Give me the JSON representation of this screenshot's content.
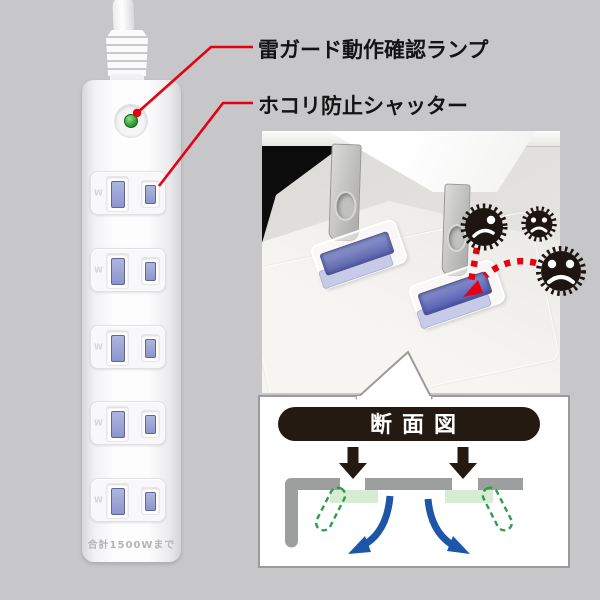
{
  "colors": {
    "background": "#c7c7c9",
    "annotation_red": "#e60012",
    "lamp_green": "#2f9e35",
    "shutter_blue": "#5a62ad",
    "dust_black": "#1e1512",
    "diagram_pill_black": "#241a12",
    "diagram_gray": "#9d9e9e",
    "diagram_green_dashed": "#2f9e4c",
    "diagram_light_green": "#d8ebd3",
    "diagram_arrow_blue": "#1d55a8"
  },
  "annotations": {
    "surge_lamp_label": "雷ガード動作確認ランプ",
    "dust_shutter_label": "ホコリ防止シャッター"
  },
  "power_strip": {
    "outlet_count": 5,
    "slot_mark": "W",
    "rating_text": "合計1500Wまで"
  },
  "inset_photo": {
    "dust_ball_count": 3
  },
  "inset_diagram": {
    "title": "断面図"
  }
}
